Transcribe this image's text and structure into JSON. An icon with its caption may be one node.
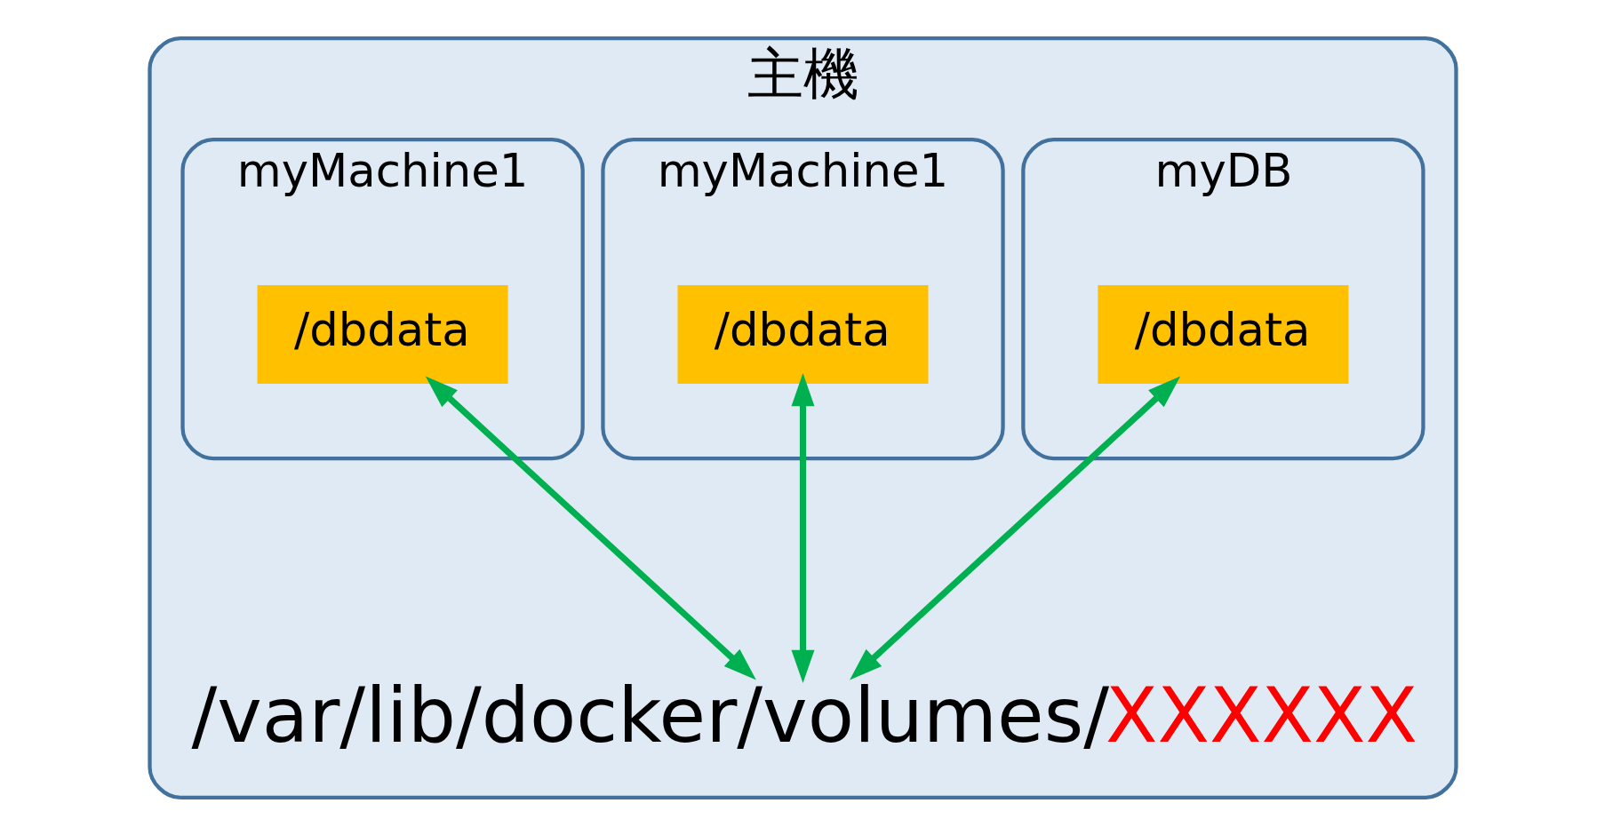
{
  "diagram": {
    "nodes": [
      {
        "text": [
          "主機"
        ]
      },
      {
        "text": [
          "myDB"
        ],
        "in": 0
      },
      {
        "text": [
          "/dbdata"
        ],
        "in": 1
      },
      {
        "text": [
          "myMachine1"
        ],
        "in": 0
      },
      {
        "text": [
          "/dbdata"
        ],
        "in": 3
      },
      {
        "text": [
          "myMachine1"
        ],
        "in": 0
      },
      {
        "text": [
          "/dbdata"
        ],
        "in": 5
      },
      {
        "text": [
          "/var/lib/docker/volumes/",
          "XXXXXX"
        ],
        "in": 0
      }
    ],
    "edges": [
      {
        "from": 2,
        "to": 7,
        "arrow": "both"
      },
      {
        "from": 4,
        "to": 7,
        "arrow": "both"
      },
      {
        "from": 6,
        "to": 7,
        "arrow": "both"
      }
    ]
  }
}
